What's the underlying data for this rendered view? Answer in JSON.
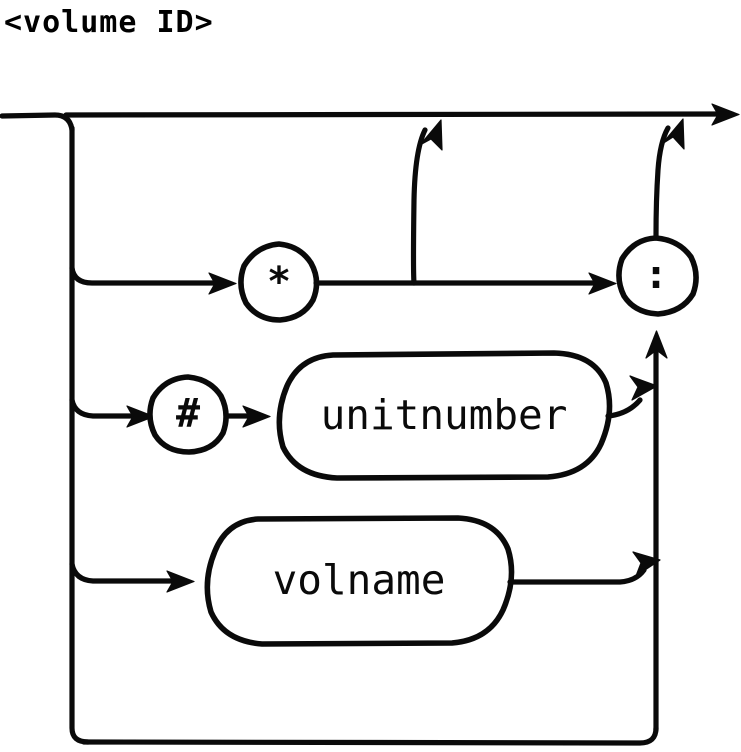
{
  "title": "<volume ID>",
  "diagram": {
    "type": "railroad-syntax-diagram",
    "nodes": {
      "star": {
        "label": "*",
        "kind": "terminal-circle"
      },
      "colon": {
        "label": ":",
        "kind": "terminal-circle"
      },
      "hash": {
        "label": "#",
        "kind": "terminal-circle"
      },
      "unitnumber": {
        "label": "unitnumber",
        "kind": "nonterminal-box"
      },
      "volname": {
        "label": "volname",
        "kind": "nonterminal-box"
      }
    },
    "colors": {
      "ink": "#0a0a0a",
      "paper": "#ffffff"
    }
  }
}
